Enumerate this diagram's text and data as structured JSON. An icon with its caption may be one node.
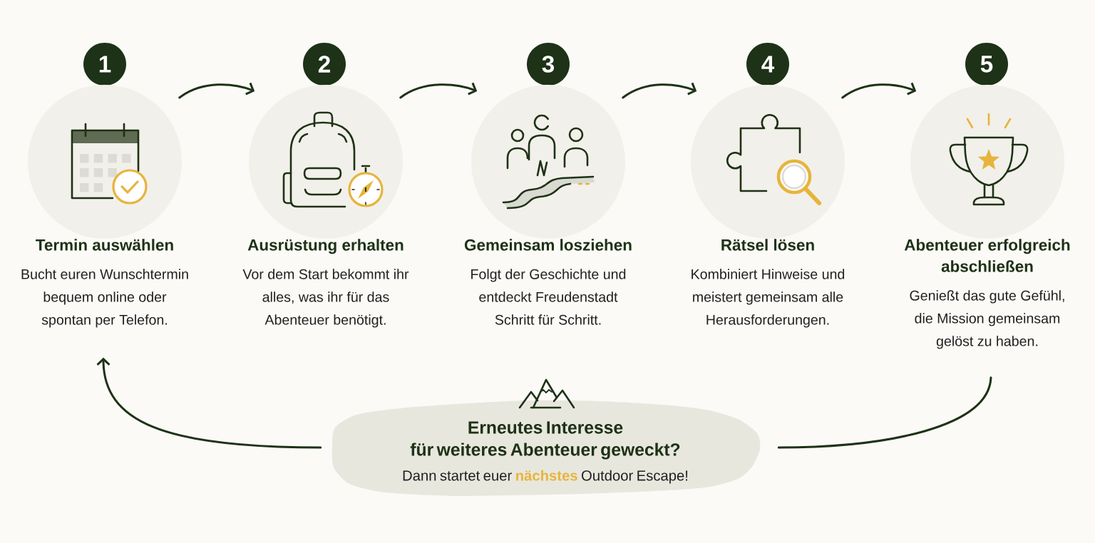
{
  "diagram": {
    "nodes": [
      {
        "text": [
          "1"
        ]
      },
      {
        "text": [
          "Termin auswählen",
          "Bucht euren Wunschtermin bequem online oder spontan per Telefon."
        ]
      },
      {
        "text": [
          "2"
        ]
      },
      {
        "text": [
          "Ausrüstung erhalten",
          "Vor dem Start bekommt ihr alles, was ihr für das Abenteuer benötigt."
        ]
      },
      {
        "text": [
          "3"
        ]
      },
      {
        "text": [
          "Gemeinsam losziehen",
          "Folgt der Geschichte und entdeckt Freudenstadt Schritt für Schritt."
        ]
      },
      {
        "text": [
          "4"
        ]
      },
      {
        "text": [
          "Rätsel lösen",
          "Kombiniert Hinweise und meistert gemeinsam alle Herausforderungen."
        ]
      },
      {
        "text": [
          "5"
        ]
      },
      {
        "text": [
          "Abenteuer erfolgreich abschließen",
          "Genießt das gute Gefühl, die Mission gemeinsam gelöst zu haben."
        ]
      },
      {
        "text": [
          "Erneutes Interesse für weiteres Abenteuer geweckt?",
          "Dann startet euer **nächstes** Outdoor Escape!"
        ]
      }
    ],
    "edges": [
      {
        "from": 1,
        "to": 3,
        "arrow": "to"
      },
      {
        "from": 3,
        "to": 5,
        "arrow": "to"
      },
      {
        "from": 5,
        "to": 7,
        "arrow": "to"
      },
      {
        "from": 7,
        "to": 9,
        "arrow": "to"
      },
      {
        "from": 9,
        "to": 10,
        "arrow": "none"
      },
      {
        "from": 10,
        "to": 1,
        "arrow": "to"
      }
    ]
  }
}
